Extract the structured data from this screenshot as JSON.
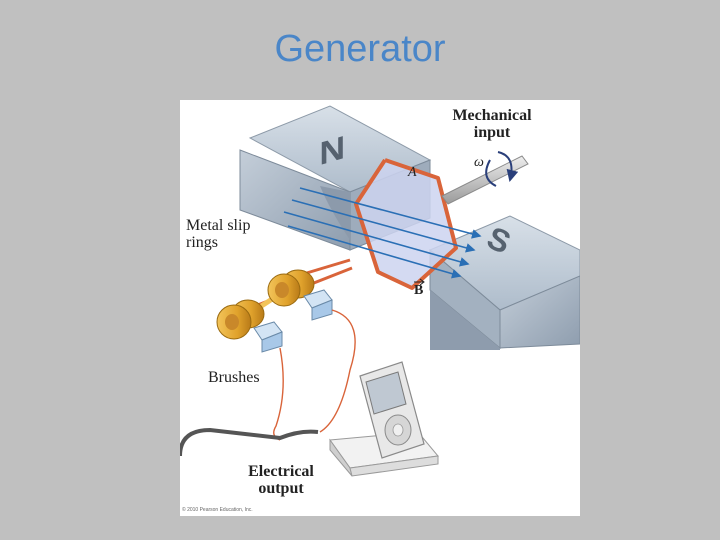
{
  "slide": {
    "title": "Generator"
  },
  "figure": {
    "labels": {
      "mechanical_input": "Mechanical input",
      "omega": "ω",
      "area": "A",
      "field": "B",
      "slip_rings": "Metal slip rings",
      "brushes": "Brushes",
      "electrical_output": "Electrical output",
      "pole_north": "N",
      "pole_south": "S",
      "credit": "© 2010 Pearson Education, Inc."
    },
    "colors": {
      "title": "#4a86c8",
      "magnet": "#b9c6d3",
      "coil": "#d9643a",
      "ring": "#e0a22c",
      "brush": "#a8c8e8",
      "field_lines": "#2a6fb5",
      "coil_fill": "#cdd4f0"
    }
  }
}
